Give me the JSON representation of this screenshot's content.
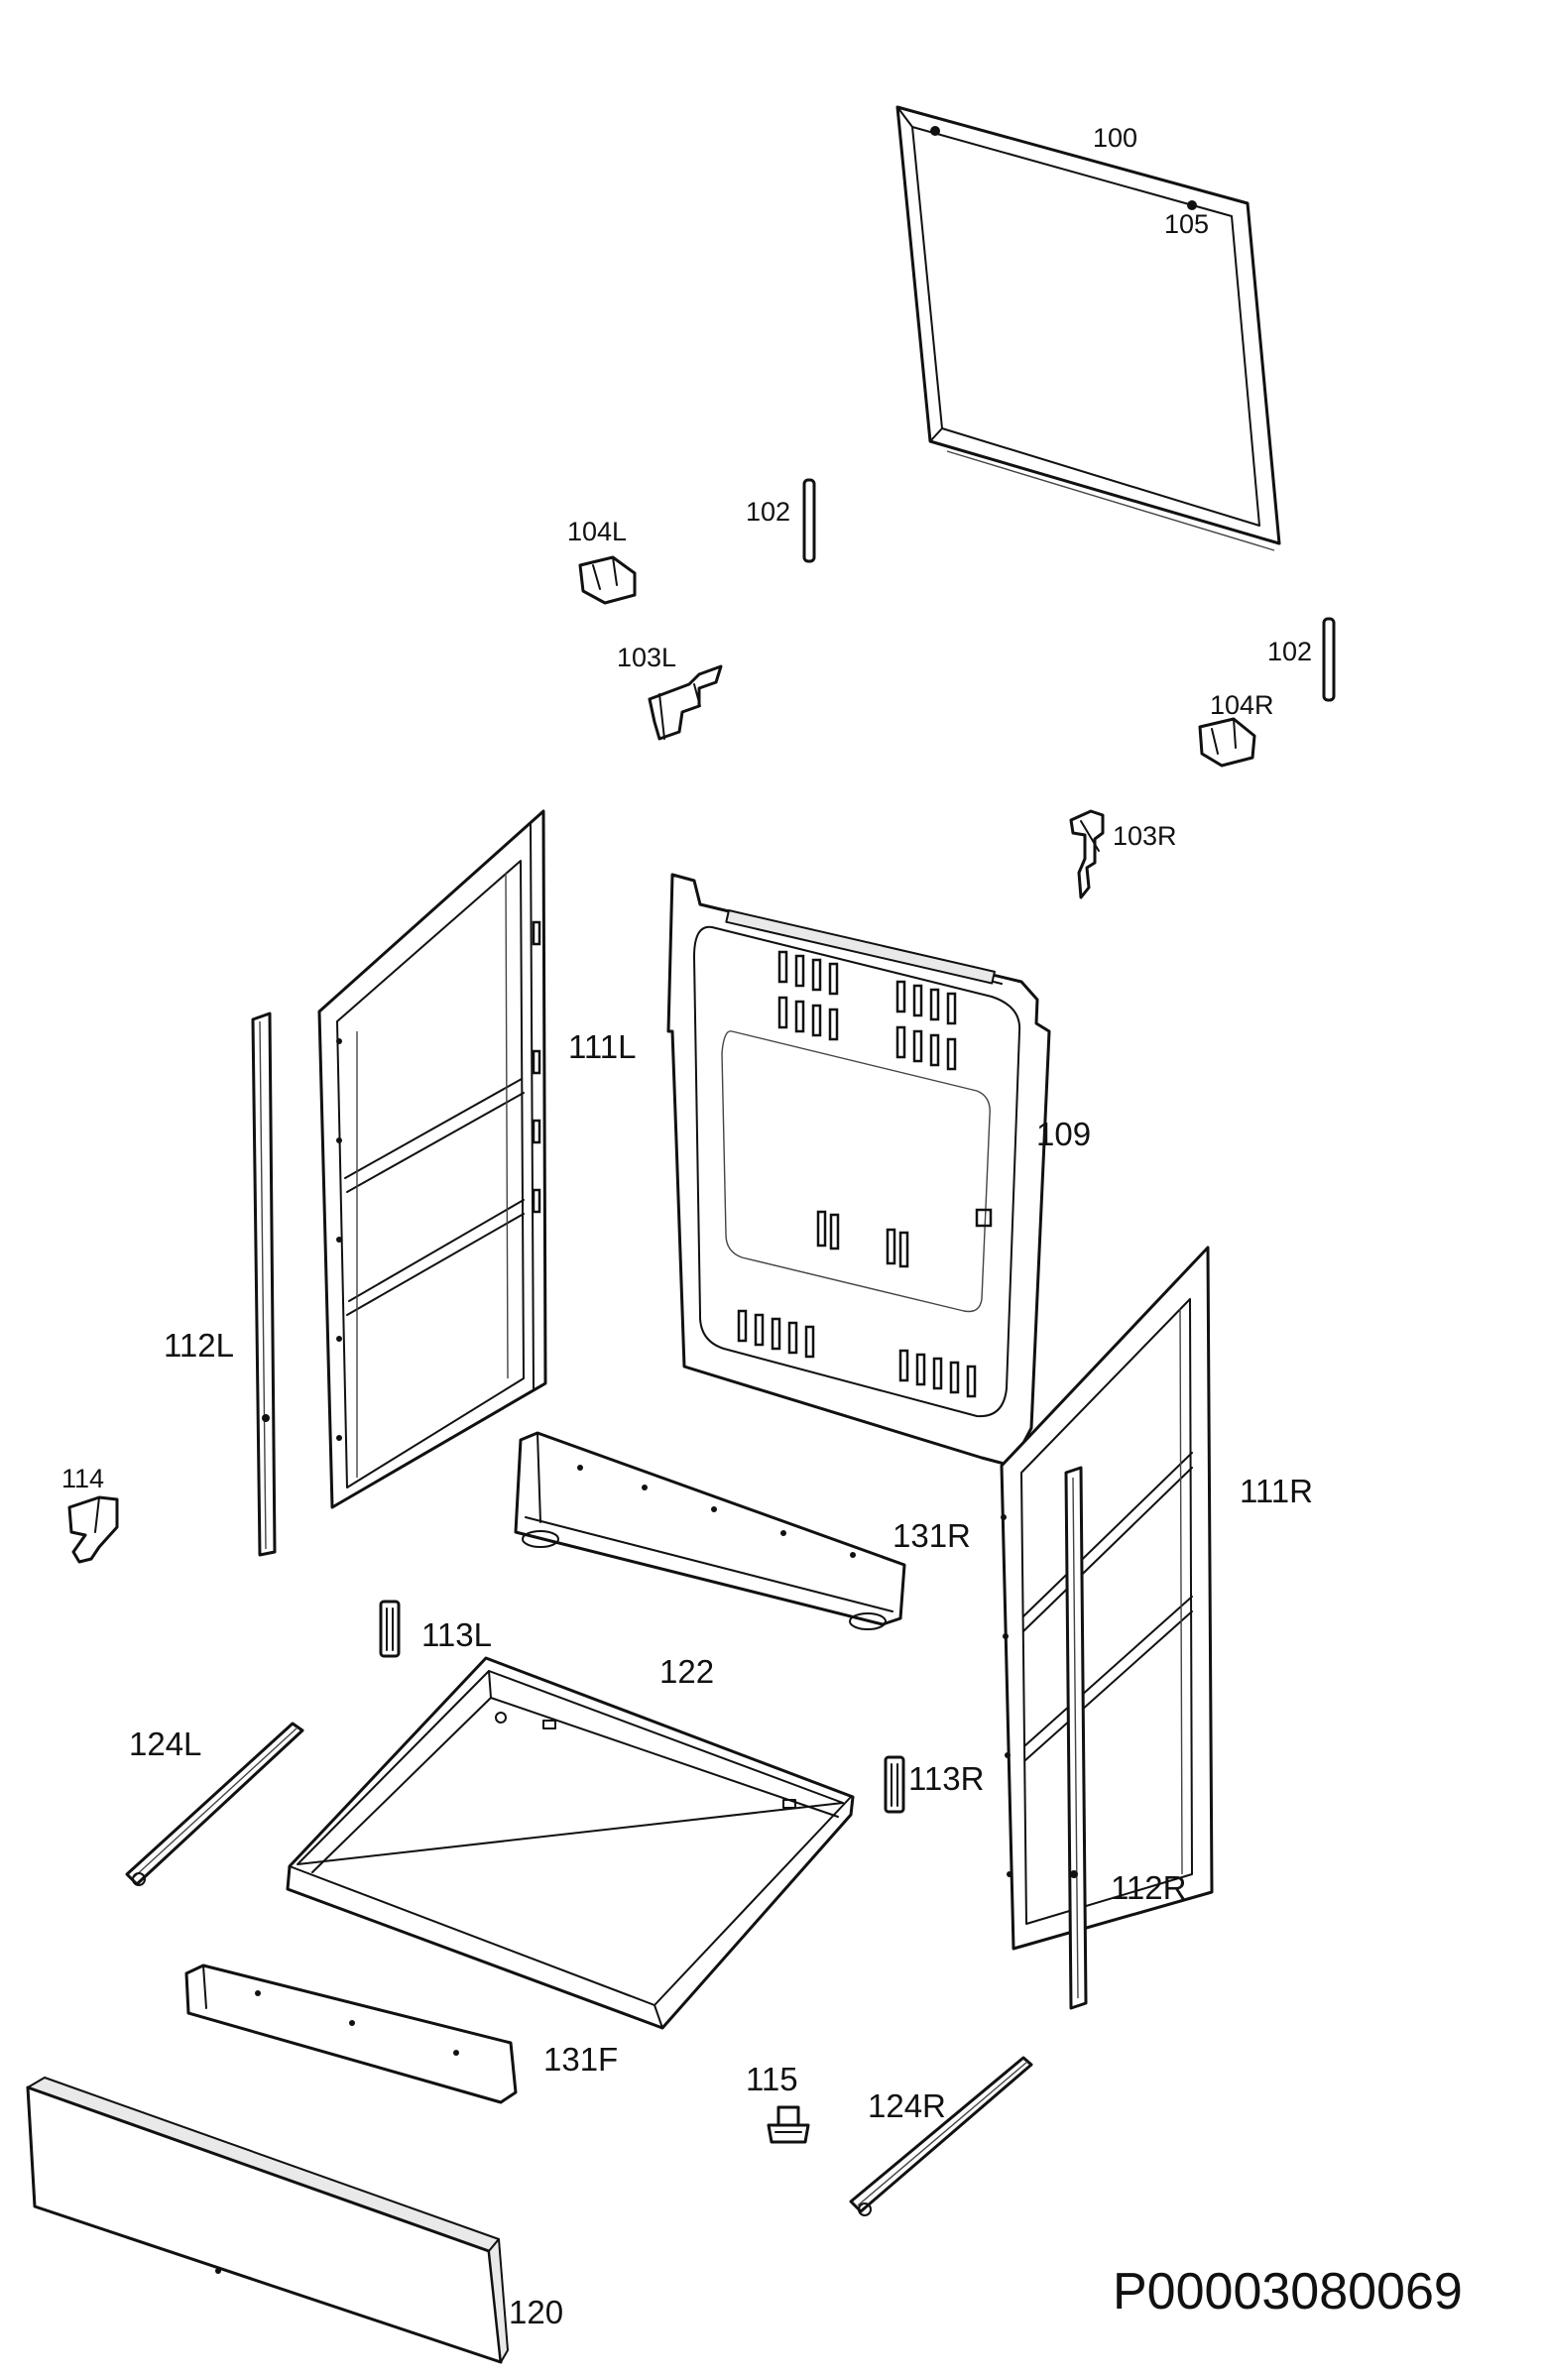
{
  "diagram": {
    "document_number": "P00003080069",
    "parts": [
      {
        "id": "p100",
        "label": "100"
      },
      {
        "id": "p105",
        "label": "105"
      },
      {
        "id": "p102a",
        "label": "102"
      },
      {
        "id": "p104l",
        "label": "104L"
      },
      {
        "id": "p103l",
        "label": "103L"
      },
      {
        "id": "p102b",
        "label": "102"
      },
      {
        "id": "p104r",
        "label": "104R"
      },
      {
        "id": "p103r",
        "label": "103R"
      },
      {
        "id": "p111l",
        "label": "111L"
      },
      {
        "id": "p109",
        "label": "109"
      },
      {
        "id": "p112l",
        "label": "112L"
      },
      {
        "id": "p114",
        "label": "114"
      },
      {
        "id": "p111r",
        "label": "111R"
      },
      {
        "id": "p131r",
        "label": "131R"
      },
      {
        "id": "p113l",
        "label": "113L"
      },
      {
        "id": "p122",
        "label": "122"
      },
      {
        "id": "p124l",
        "label": "124L"
      },
      {
        "id": "p113r",
        "label": "113R"
      },
      {
        "id": "p112r",
        "label": "112R"
      },
      {
        "id": "p131f",
        "label": "131F"
      },
      {
        "id": "p115",
        "label": "115"
      },
      {
        "id": "p124r",
        "label": "124R"
      },
      {
        "id": "p120",
        "label": "120"
      }
    ]
  }
}
